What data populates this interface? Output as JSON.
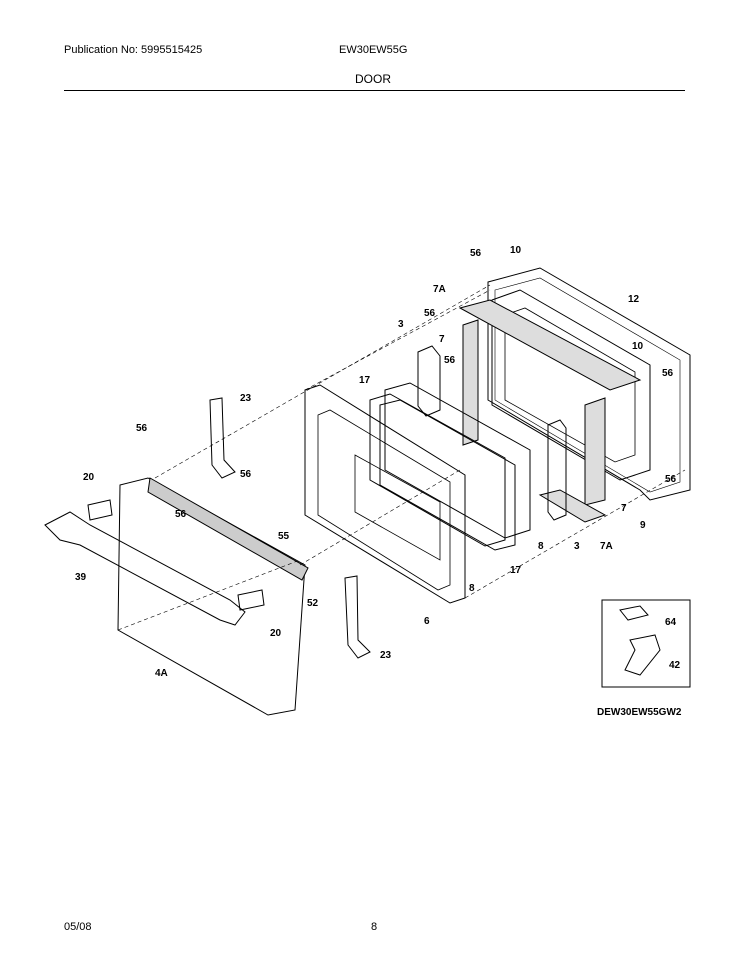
{
  "header": {
    "publication": "Publication No: 5995515425",
    "model": "EW30EW55G",
    "section_title": "DOOR"
  },
  "diagram": {
    "drawing_code": "DEW30EW55GW2",
    "callouts": [
      "56",
      "10",
      "12",
      "7A",
      "56",
      "7",
      "3",
      "56",
      "10",
      "56",
      "17",
      "23",
      "56",
      "20",
      "56",
      "56",
      "55",
      "39",
      "52",
      "8",
      "3",
      "7A",
      "9",
      "7",
      "56",
      "8",
      "17",
      "6",
      "20",
      "4A",
      "23",
      "64",
      "42"
    ]
  },
  "footer": {
    "date": "05/08",
    "page": "8"
  }
}
